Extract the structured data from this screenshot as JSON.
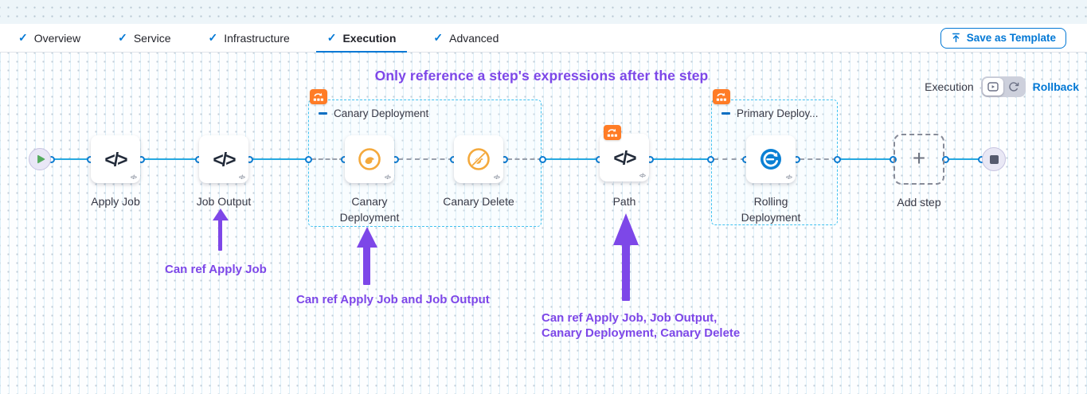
{
  "tabs": [
    {
      "label": "Overview"
    },
    {
      "label": "Service"
    },
    {
      "label": "Infrastructure"
    },
    {
      "label": "Execution"
    },
    {
      "label": "Advanced"
    }
  ],
  "active_tab": "Execution",
  "header": {
    "save_button": "Save as Template"
  },
  "canvas": {
    "title": "Only reference a step's expressions after the step",
    "mode": {
      "label": "Execution",
      "link": "Rollback"
    },
    "groups": {
      "canary": "Canary Deployment",
      "primary": "Primary Deploy..."
    },
    "nodes": {
      "apply_job": "Apply Job",
      "job_output": "Job Output",
      "canary_deployment": "Canary Deployment",
      "canary_delete": "Canary Delete",
      "path": "Path",
      "rolling_deployment": "Rolling Deployment",
      "add_step": "Add step"
    },
    "annotations": {
      "note1": "Can ref Apply Job",
      "note2": "Can ref Apply Job and Job Output",
      "note3_line1": "Can ref Apply Job, Job Output,",
      "note3_line2": "Canary Deployment, Canary Delete"
    }
  },
  "icons": {
    "check": "✓",
    "code": "</>",
    "code_small": "</>",
    "plus": "+"
  },
  "colors": {
    "accent_blue": "#0278d5",
    "connector_line": "#27a9e0",
    "annotation_purple": "#7d47e8",
    "badge_orange": "#ff7c26",
    "canary_orange": "#f4a93c",
    "rolling_blue": "#0a80d4",
    "group_border": "#41c2f0"
  }
}
